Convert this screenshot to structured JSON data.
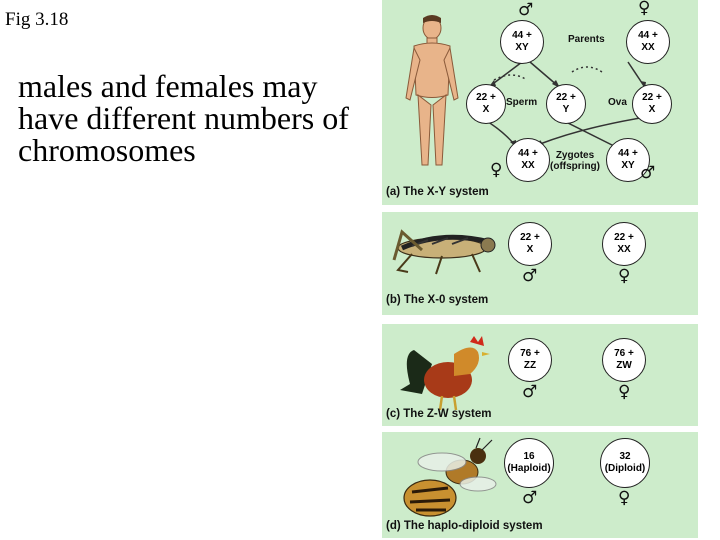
{
  "slide": {
    "fig_label": "Fig 3.18",
    "bullet_text": "males and females may have different numbers of chromosomes"
  },
  "panel_a": {
    "title_letter": "(a)",
    "title": "The X-Y system",
    "male_symbol": "♂",
    "female_symbol": "♀",
    "parents_label": "Parents",
    "sperm_label": "Sperm",
    "ova_label": "Ova",
    "zygotes_label": "Zygotes",
    "offspring_label": "(offspring)",
    "parent_male": {
      "top": "44 +",
      "bottom": "XY"
    },
    "parent_female": {
      "top": "44 +",
      "bottom": "XX"
    },
    "sperm_x": {
      "top": "22 +",
      "bottom": "X"
    },
    "sperm_y": {
      "top": "22 +",
      "bottom": "Y"
    },
    "ova_x": {
      "top": "22 +",
      "bottom": "X"
    },
    "zygote_female": {
      "top": "44 +",
      "bottom": "XX"
    },
    "zygote_male": {
      "top": "44 +",
      "bottom": "XY"
    }
  },
  "panel_b": {
    "title_letter": "(b)",
    "title": "The X-0 system",
    "male": {
      "top": "22 +",
      "bottom": "X"
    },
    "female": {
      "top": "22 +",
      "bottom": "XX"
    },
    "male_symbol": "♂",
    "female_symbol": "♀"
  },
  "panel_c": {
    "title_letter": "(c)",
    "title": "The Z-W system",
    "male": {
      "top": "76 +",
      "bottom": "ZZ"
    },
    "female": {
      "top": "76 +",
      "bottom": "ZW"
    },
    "male_symbol": "♂",
    "female_symbol": "♀"
  },
  "panel_d": {
    "title_letter": "(d)",
    "title": "The haplo-diploid system",
    "male": {
      "top": "16",
      "bottom": "(Haploid)"
    },
    "female": {
      "top": "32",
      "bottom": "(Diploid)"
    },
    "male_symbol": "♂",
    "female_symbol": "♀"
  }
}
